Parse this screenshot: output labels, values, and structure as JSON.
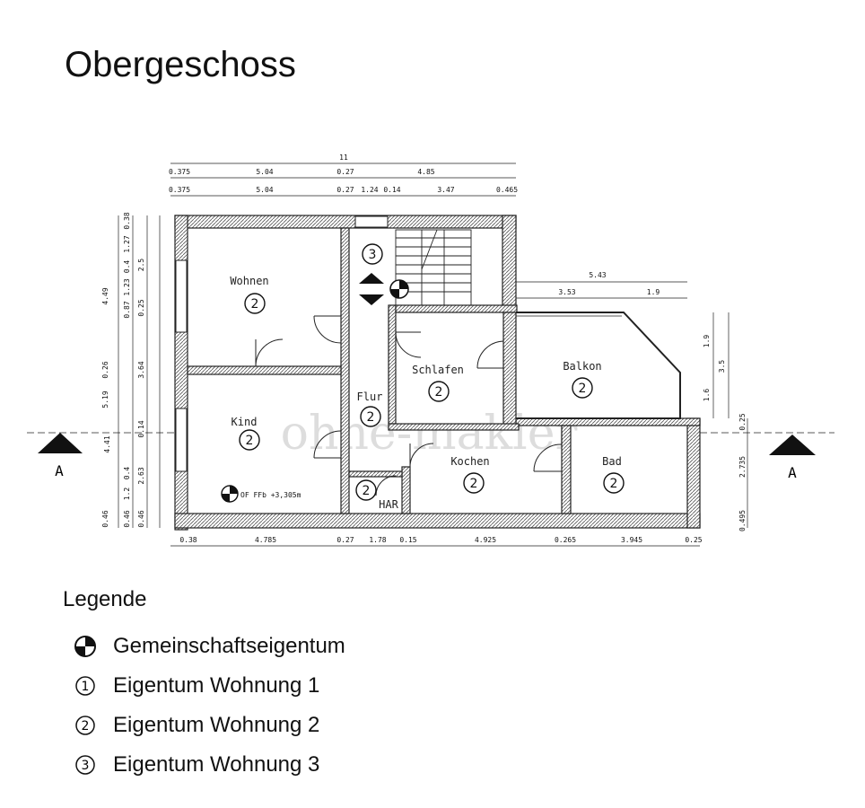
{
  "title": "Obergeschoss",
  "watermark": "ohne-makler",
  "section_label": "A",
  "floor_level": "OF FFb +3,305m",
  "rooms": {
    "wohnen": "Wohnen",
    "kind": "Kind",
    "flur": "Flur",
    "schlafen": "Schlafen",
    "balkon": "Balkon",
    "kochen": "Kochen",
    "bad": "Bad",
    "har": "HAR"
  },
  "ownership_marks": {
    "stair": "3",
    "wohnen": "2",
    "kind": "2",
    "flur": "2",
    "schlafen": "2",
    "balkon": "2",
    "kochen": "2",
    "bad": "2",
    "har": "2"
  },
  "dimensions": {
    "top_total": "11",
    "top_row1": [
      "0.375",
      "5.04",
      "0.27",
      "4.85"
    ],
    "top_row2": [
      "0.375",
      "5.04",
      "0.27",
      "1.24",
      "0.14",
      "3.47",
      "0.465"
    ],
    "balcony_total": "5.43",
    "balcony_parts": [
      "3.53",
      "1.9"
    ],
    "bottom": [
      "0.38",
      "4.785",
      "0.27",
      "1.78",
      "0.15",
      "4.925",
      "0.265",
      "3.945",
      "0.25"
    ],
    "left_total": "4.41",
    "left_col1": [
      "4.49",
      "0.26",
      "5.19"
    ],
    "left_col2": [
      "0.87",
      "1.23",
      "0.4",
      "1.27",
      "0.38"
    ],
    "left_col3": [
      "2.5",
      "0.25",
      "3.64",
      "0.14",
      "2.63"
    ],
    "left_col4": [
      "0.46",
      "1.2",
      "0.4",
      "0.46",
      "0.46"
    ],
    "right_balcony": [
      "1.9",
      "1.6",
      "3.5"
    ],
    "right_lower": [
      "0.25",
      "2.735",
      "0.495"
    ]
  },
  "legend": {
    "title": "Legende",
    "items": [
      {
        "symbol": "common-property",
        "label": "Gemeinschaftseigentum"
      },
      {
        "symbol": "1",
        "label": "Eigentum Wohnung 1"
      },
      {
        "symbol": "2",
        "label": "Eigentum Wohnung 2"
      },
      {
        "symbol": "3",
        "label": "Eigentum Wohnung 3"
      }
    ]
  }
}
